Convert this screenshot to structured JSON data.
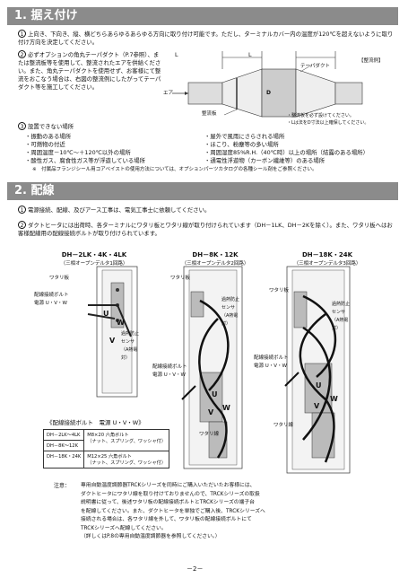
{
  "section1": {
    "heading": "1. 据え付け",
    "item1": {
      "num": "1",
      "text": "上向き、下向き、縦、横どちらあらゆるあらゆる方向に取り付け可能です。ただし、ターミナルカバー内の温度が120℃を超えないように取り付け方向を決定してください。"
    },
    "item2": {
      "num": "2",
      "text": "必ずオプションの角丸テーパダクト（P.7参照）、または整流板等を使用して、整流されたエアを供給ください。また、角丸テーパダクトを使用せず、お客様にて整流をおこなう場合は、右図の整流例にしたがってテーパダクト等を施工してください。"
    },
    "diagram": {
      "example_label": "【整流例】",
      "taper_label": "テーパダクト",
      "air_label": "エア",
      "plate_label": "整流板",
      "center_label": "D",
      "dim_label": "L",
      "note1": "・整流板を必ず設けてください。",
      "note2": "・Lは法をD寸法以上確保してください。"
    },
    "item3": {
      "num": "3",
      "text": "設置できない場所"
    },
    "places_left": [
      "・振動のある場所",
      "・可燃物の付近",
      "・周囲温度－10℃～＋120℃以外の場所",
      "・酸性ガス、腐食性ガス等が浮遊している場所"
    ],
    "places_right": [
      "・屋外で風雨にさらされる場所",
      "・ほこり、粉塵等の多い場所",
      "・周囲湿度85%R.H.（40℃時）以上の場所（結露のある場所）",
      "・通電性浮遊物（カーボン繊維等）のある場所"
    ],
    "note": "※　付属品フランジシール用コアベイストの使用方法については、オプションパーツカタログの各種シール剤をご参照ください。"
  },
  "section2": {
    "heading": "2. 配線",
    "item1": {
      "num": "1",
      "text": "電源接続、配線、及びアース工事は、電気工事士に依頼してください。"
    },
    "item2": {
      "num": "2",
      "text": "ダクトヒータには出荷時、各ターミナルにワタリ板とワタリ線が取り付けられています（DH－1LK、DH－2Kを除く）。また、ワタリ板へはお客様配線用の配線接続ボルトが取り付けられています。"
    }
  },
  "diagrams": [
    {
      "title": "DH－2LK・4K・4LK",
      "subtitle": "（三相オープンデルタ1回路）",
      "labels": [
        "ワタリ板",
        "配線接続ボルト",
        "電源 U・V・W",
        "過熱防止センサ（A熱電対）"
      ],
      "letters": [
        "U",
        "V",
        "W"
      ]
    },
    {
      "title": "DH－8K・12K",
      "subtitle": "（三相オープンデルタ2回路）",
      "labels": [
        "ワタリ板",
        "過熱防止センサ（A熱電対）",
        "配線接続ボルト",
        "電源 U・V・W",
        "ワタリ線"
      ],
      "letters": [
        "U",
        "V",
        "W"
      ]
    },
    {
      "title": "DH－18K・24K",
      "subtitle": "（三相オープンデルタ3回路）",
      "labels": [
        "ワタリ板",
        "過熱防止センサ（A熱電対）",
        "配線接続ボルト",
        "電源 U・V・W",
        "ワタリ線"
      ],
      "letters": [
        "U",
        "V",
        "W"
      ]
    }
  ],
  "bolt_table": {
    "title": "《配線接続ボルト　電源 U・V・W》",
    "rows": [
      [
        "DH－2LK～4LK",
        "M8×20 六角ボルト",
        "（ナット、スプリング、ワッシャ付）"
      ],
      [
        "DH－8K～12K",
        "",
        ""
      ],
      [
        "DH－18K・24K",
        "M12×25 六角ボルト",
        "（ナット、スプリング、ワッシャ付）"
      ]
    ]
  },
  "footer_note": {
    "label": "注意：",
    "lines": [
      "専用自動温度調節器TRCKシリーズを同時にご購入いただいたお客様には、",
      "ダクトヒータにワタリ線を取り付けておりませんので、TRCKシリーズの取扱",
      "説明書に従って、後述ワタリ板の配線接続ボルトとTRCKシリーズの端子台",
      "を配線してください。また、ダクトヒータを単独でご購入後、TRCKシリーズへ",
      "接続される場合は、各ワタリ線を外して、ワタリ板の配線接続ボルトにて",
      "TRCKシリーズへ配線してください。",
      "（詳しくはP.8の専用自動温度調節器を参照してください。）"
    ]
  },
  "page_number": "－2－"
}
